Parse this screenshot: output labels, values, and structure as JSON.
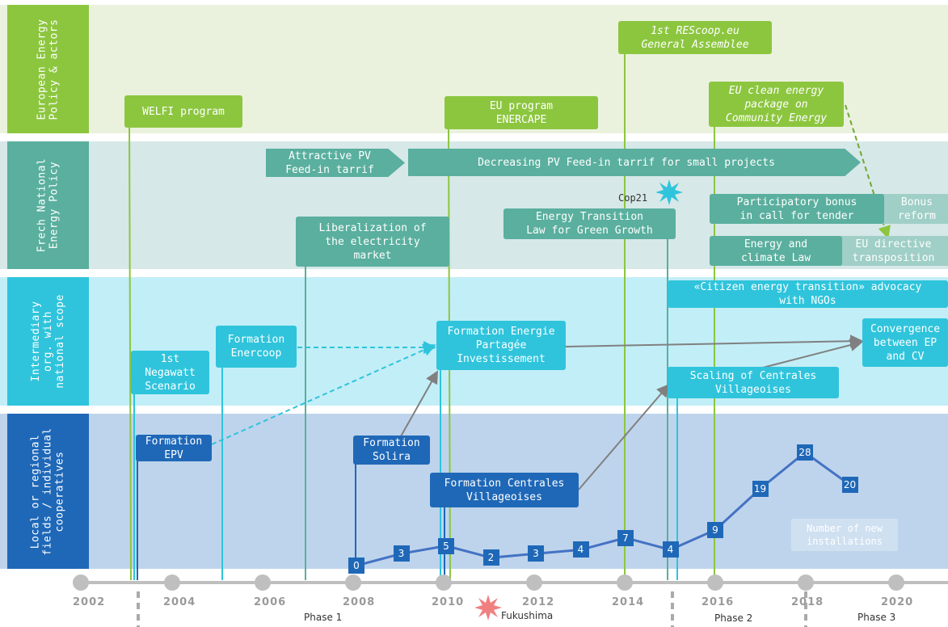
{
  "colors": {
    "eu_band": "#eaf2de",
    "french_band": "#d7e8e8",
    "intermediary_band": "#c2eef7",
    "local_band": "#bed4ec",
    "green": "#8cc63f",
    "teal": "#5aaf9e",
    "cyan": "#2fc4dc",
    "blue": "#1f68b8",
    "axis": "#bfbfbf"
  },
  "lanes": {
    "eu": "European Energy\nPolicy & actors",
    "french": "Frech National\nEnergy Policy",
    "intermediary": "Intermediary\norg. with\nnational scope",
    "local": "Local or regional\nfields / individual\ncooperatives"
  },
  "eu_events": {
    "welfi": "WELFI program",
    "enercape": "EU program\nENERCAPE",
    "rescoop": "1st REScoop.eu\nGeneral Assemblee",
    "clean_energy": "EU clean energy\npackage on\nCommunity Energy"
  },
  "french_events": {
    "attractive_pv": "Attractive PV\nFeed-in tarrif",
    "decreasing_pv": "Decreasing PV Feed-in tarrif for small projects",
    "cop21": "Cop21",
    "liberalization": "Liberalization of\nthe electricity\nmarket",
    "transition_law": "Energy Transition\nLaw for Green Growth",
    "participatory": "Participatory bonus\nin call for tender",
    "bonus_reform": "Bonus\nreform",
    "climate_law": "Energy and\nclimate Law",
    "eu_directive": "EU directive\ntransposition"
  },
  "intermediary_events": {
    "advocacy": "«Citizen energy transition» advocacy\nwith NGOs",
    "negawatt": "1st\nNegawatt\nScenario",
    "enercoop": "Formation\nEnercoop",
    "epi": "Formation Energie\nPartagée\nInvestissement",
    "convergence": "Convergence\nbetween EP\nand CV",
    "scaling": "Scaling of Centrales\nVillageoises"
  },
  "local_events": {
    "epv": "Formation\nEPV",
    "solira": "Formation\nSolira",
    "centrales": "Formation Centrales\nVillageoises",
    "legend_note": "Number of new\ninstallations"
  },
  "chart_data": {
    "type": "line",
    "ylabel": "Number of new installations",
    "x": [
      2008,
      2009,
      2010,
      2011,
      2012,
      2013,
      2014,
      2015,
      2016,
      2017,
      2018,
      2019
    ],
    "values": [
      0,
      3,
      5,
      2,
      3,
      4,
      7,
      4,
      9,
      19,
      28,
      20
    ]
  },
  "timeline": {
    "years": [
      "2002",
      "2004",
      "2006",
      "2008",
      "2010",
      "2012",
      "2014",
      "2016",
      "2018",
      "2020"
    ],
    "phase1": "Phase 1",
    "phase2": "Phase 2",
    "phase3": "Phase 3",
    "fukushima": "Fukushima"
  }
}
